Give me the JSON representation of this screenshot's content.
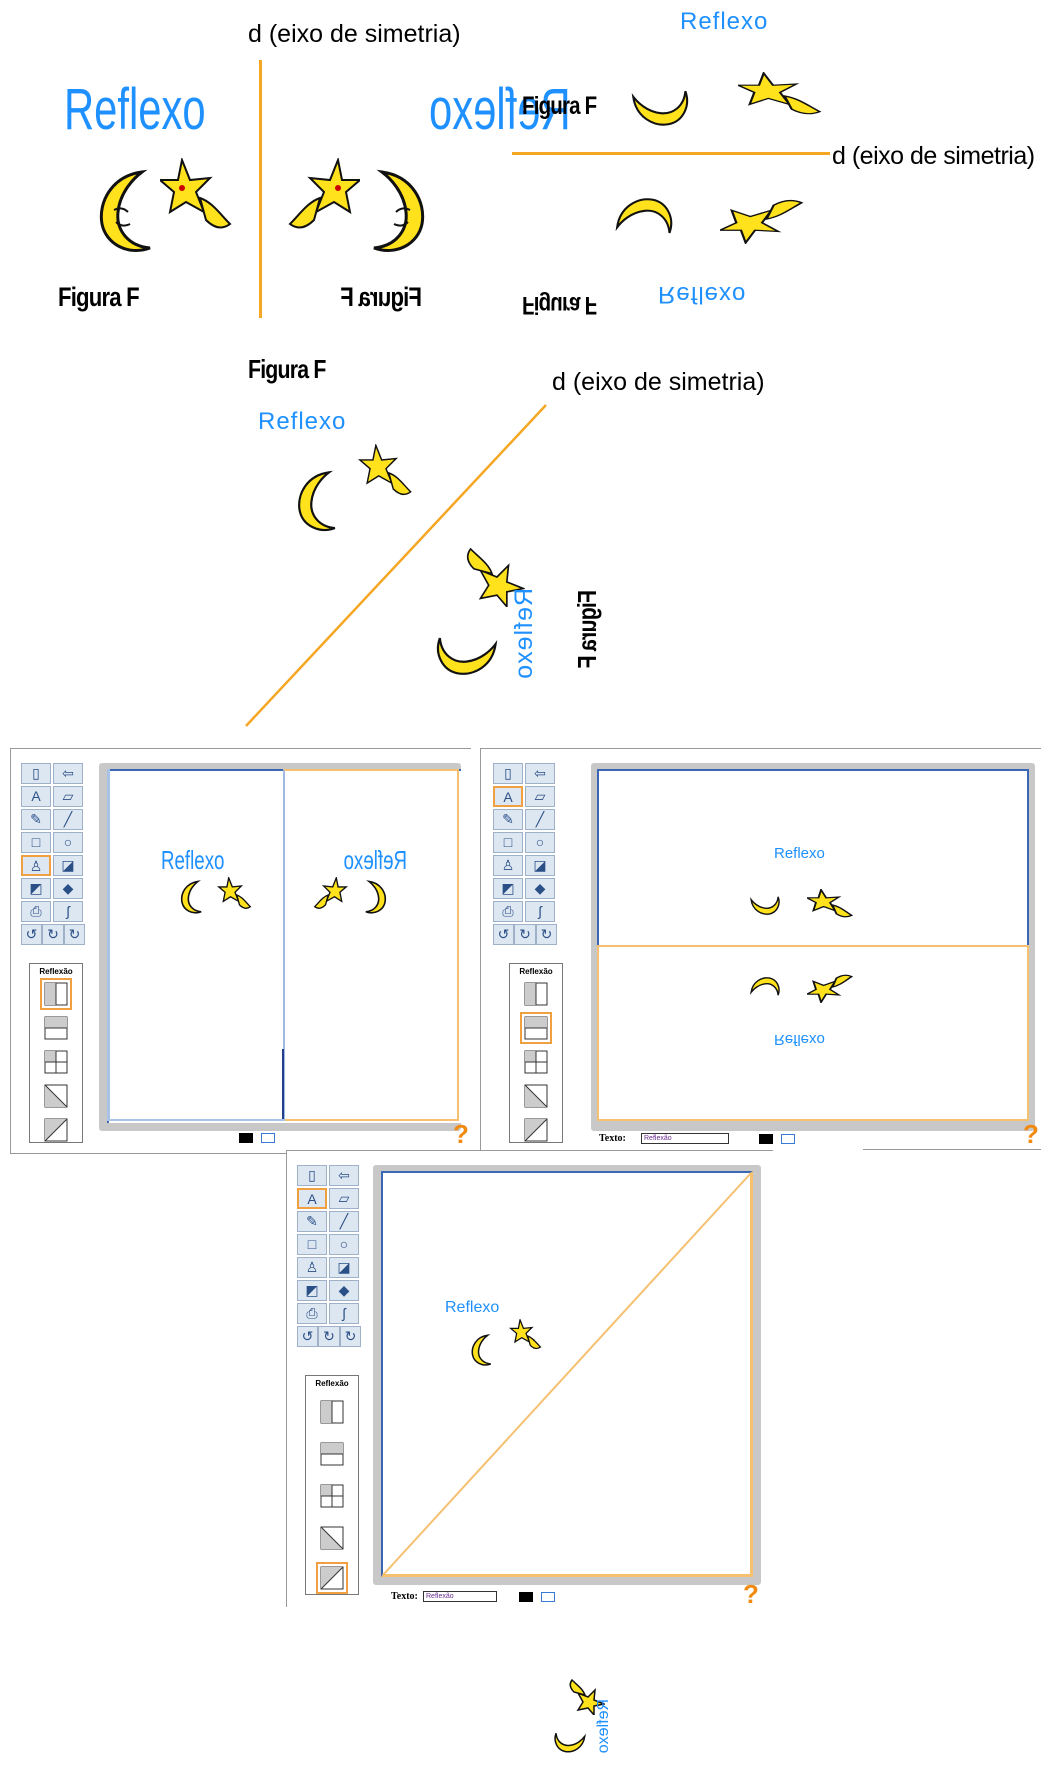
{
  "diagrams": {
    "axis_label": "d (eixo de simetria)",
    "figure_label": "Figura F",
    "reflex_word": "Reflexo",
    "axis_color": "#f5a623",
    "text_color": "#1e90ff"
  },
  "app": {
    "reflection_panel_title": "Reflexão",
    "text_label": "Texto:",
    "text_value": "Reflexão",
    "help_symbol": "?",
    "tools": [
      "new-page",
      "back-arrow",
      "text-tool",
      "eraser",
      "pencil",
      "line",
      "rectangle",
      "ellipse",
      "stamp",
      "select",
      "fill-stamp",
      "paint-bucket",
      "print",
      "spray",
      "rotate-left",
      "rotate",
      "rotate-right"
    ],
    "tool_glyphs": {
      "text": "A",
      "back": "⇦"
    },
    "reflection_modes": [
      "vertical-axis",
      "horizontal-axis",
      "four-quadrants",
      "diagonal-descending",
      "diagonal-ascending"
    ],
    "selected_modes": [
      "vertical-axis",
      "horizontal-axis",
      "diagonal-ascending"
    ]
  }
}
